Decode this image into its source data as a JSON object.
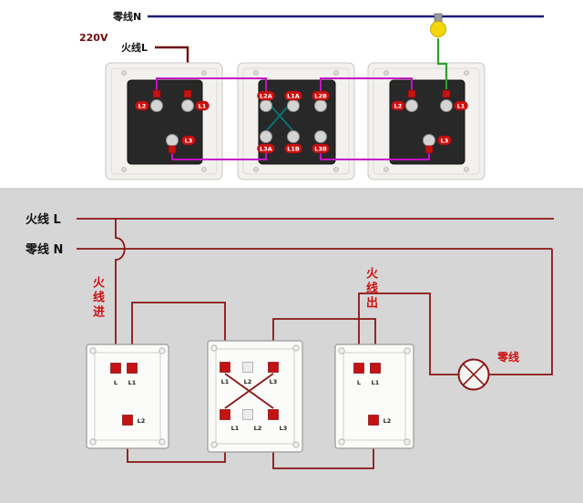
{
  "title": "three-switch-multi-control-wiring-diagram",
  "colors": {
    "neutral_top": "#1b1b78",
    "live_top": "#6e0c0c",
    "traveler": "#c613c6",
    "internal": "#0c7070",
    "lamp_feed_green": "#2f9e2f",
    "bulb_yellow": "#f2d50a",
    "schematic_wire": "#8b1515",
    "terminal_red": "#c51212",
    "label_red": "#cc1111",
    "bottom_bg": "#d6d6d6"
  },
  "top": {
    "neutral_label": "零线N",
    "voltage_label": "220V",
    "live_label": "火线L",
    "switch1": {
      "t1": "L2",
      "t2": "L1",
      "t3": "L3"
    },
    "switch2": {
      "t1": "L2A",
      "t2": "L1A",
      "t3": "L2B",
      "t4": "L3A",
      "t5": "L1B",
      "t6": "L3B"
    },
    "switch3": {
      "t1": "L2",
      "t2": "L1",
      "t3": "L3"
    }
  },
  "bottom": {
    "live_line_label": "火线 L",
    "neutral_line_label": "零线 N",
    "live_in_label": "火线进",
    "live_out_label": "火线出",
    "lamp_neutral_label": "零线",
    "switch_a": {
      "t1": "L",
      "t2": "L1",
      "t3": "L2"
    },
    "switch_b": {
      "top1": "L1",
      "top2": "L2",
      "top3": "L3",
      "bot1": "L1",
      "bot2": "L2",
      "bot3": "L3"
    },
    "switch_c": {
      "t1": "L",
      "t2": "L1",
      "t3": "L2"
    }
  }
}
